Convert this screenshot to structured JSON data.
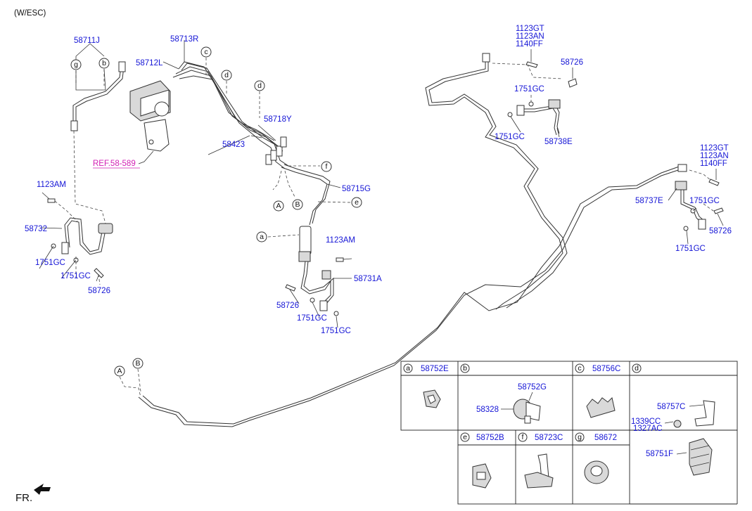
{
  "header": {
    "variant": "(W/ESC)"
  },
  "labels": {
    "l58711J": "58711J",
    "l58713R": "58713R",
    "l58712L": "58712L",
    "l58718Y": "58718Y",
    "l58423": "58423",
    "lref": "REF.58-589",
    "l58715G": "58715G",
    "l1123AM_a": "1123AM",
    "l58732": "58732",
    "l1751GC_a": "1751GC",
    "l1751GC_b": "1751GC",
    "l58726_a": "58726",
    "l1123AM_b": "1123AM",
    "l58731A": "58731A",
    "l58726_b": "58726",
    "l1751GC_c": "1751GC",
    "l1751GC_d": "1751GC",
    "l1123GT_a": "1123GT",
    "l1123AN_a": "1123AN",
    "l1140FF_a": "1140FF",
    "l58726_c": "58726",
    "l1751GC_e": "1751GC",
    "l1751GC_f": "1751GC",
    "l58738E": "58738E",
    "l1123GT_b": "1123GT",
    "l1123AN_b": "1123AN",
    "l1140FF_b": "1140FF",
    "l58737E": "58737E",
    "l1751GC_g": "1751GC",
    "l58726_d": "58726",
    "l1751GC_h": "1751GC"
  },
  "callouts": {
    "g": "g",
    "b": "b",
    "c": "c",
    "d": "d",
    "f": "f",
    "e": "e",
    "a": "a",
    "A1": "A",
    "B1": "B",
    "A2": "A",
    "B2": "B"
  },
  "legend": {
    "a": {
      "letter": "a",
      "part": "58752E"
    },
    "b": {
      "letter": "b",
      "part_top": "58752G",
      "part_left": "58328"
    },
    "c": {
      "letter": "c",
      "part": "58756C"
    },
    "d": {
      "letter": "d",
      "part_c": "58757C",
      "part_n1": "1339CC",
      "part_n2": "1327AC",
      "part_f": "58751F"
    },
    "e": {
      "letter": "e",
      "part": "58752B"
    },
    "f": {
      "letter": "f",
      "part": "58723C"
    },
    "g": {
      "letter": "g",
      "part": "58672"
    }
  },
  "footer": {
    "direction": "FR."
  },
  "colors": {
    "part_label": "#1515d6",
    "reference": "#d21fb4",
    "line": "#333333"
  }
}
